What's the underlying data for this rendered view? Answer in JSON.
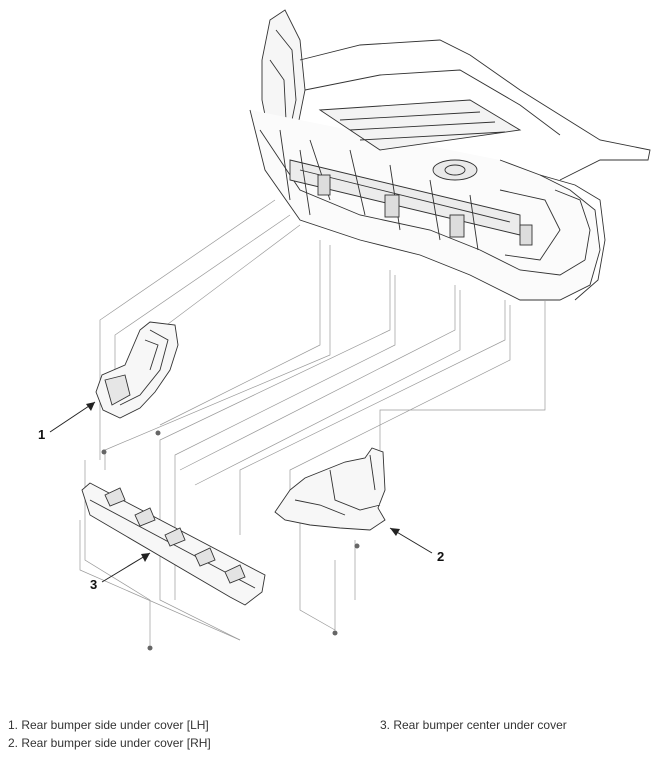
{
  "callouts": {
    "c1": "1",
    "c2": "2",
    "c3": "3"
  },
  "legend": {
    "item1": "1. Rear bumper side under cover [LH]",
    "item2": "2. Rear bumper side under cover [RH]",
    "item3": "3. Rear bumper center under cover"
  }
}
